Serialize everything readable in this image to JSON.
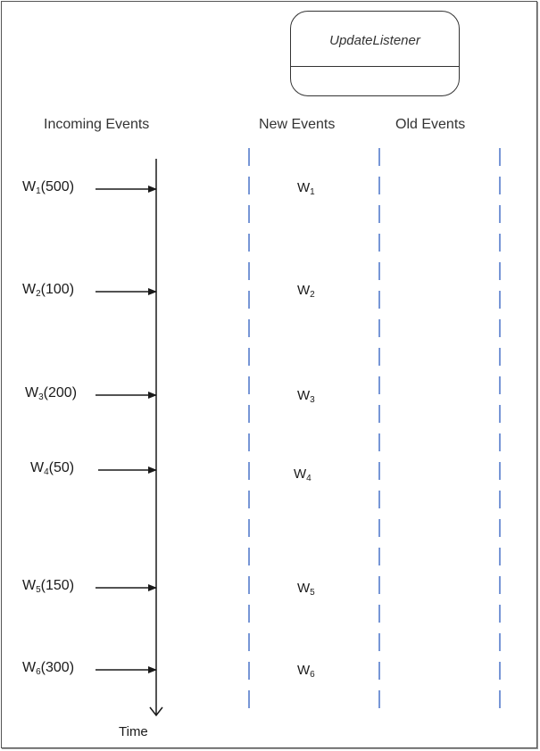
{
  "listener": {
    "title": "UpdateListener"
  },
  "headers": {
    "incoming": "Incoming Events",
    "new": "New Events",
    "old": "Old Events"
  },
  "timeline": {
    "label": "Time"
  },
  "events": [
    {
      "base": "W",
      "sub": "1",
      "value": "(500)"
    },
    {
      "base": "W",
      "sub": "2",
      "value": "(100)"
    },
    {
      "base": "W",
      "sub": "3",
      "value": "(200)"
    },
    {
      "base": "W",
      "sub": "4",
      "value": "(50)"
    },
    {
      "base": "W",
      "sub": "5",
      "value": "(150)"
    },
    {
      "base": "W",
      "sub": "6",
      "value": "(300)"
    }
  ],
  "new_events": [
    {
      "base": "W",
      "sub": "1"
    },
    {
      "base": "W",
      "sub": "2"
    },
    {
      "base": "W",
      "sub": "3"
    },
    {
      "base": "W",
      "sub": "4"
    },
    {
      "base": "W",
      "sub": "5"
    },
    {
      "base": "W",
      "sub": "6"
    }
  ],
  "old_events": [],
  "colors": {
    "column_divider": "#4a74c9",
    "line": "#1a1a1a",
    "box_border": "#333333"
  }
}
